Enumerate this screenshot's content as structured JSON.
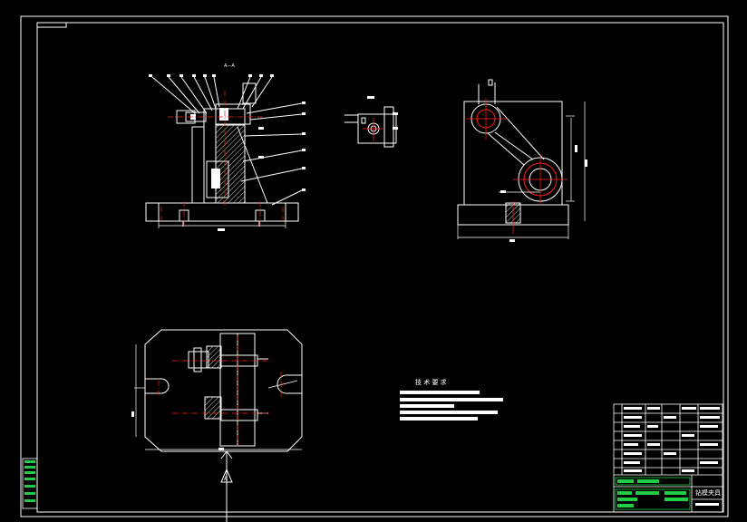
{
  "drawing": {
    "section_label": "A—A",
    "tech_requirements_title": "技 术 要 求",
    "title_block_name": "钻模夹具",
    "view_arrow_label": "A",
    "colors": {
      "background": "#000000",
      "lines": "#ffffff",
      "center_lines": "#ff2020",
      "hatch": "#ffffff",
      "title_block_green": "#22cc44",
      "side_strip_green": "#22cc44"
    }
  }
}
